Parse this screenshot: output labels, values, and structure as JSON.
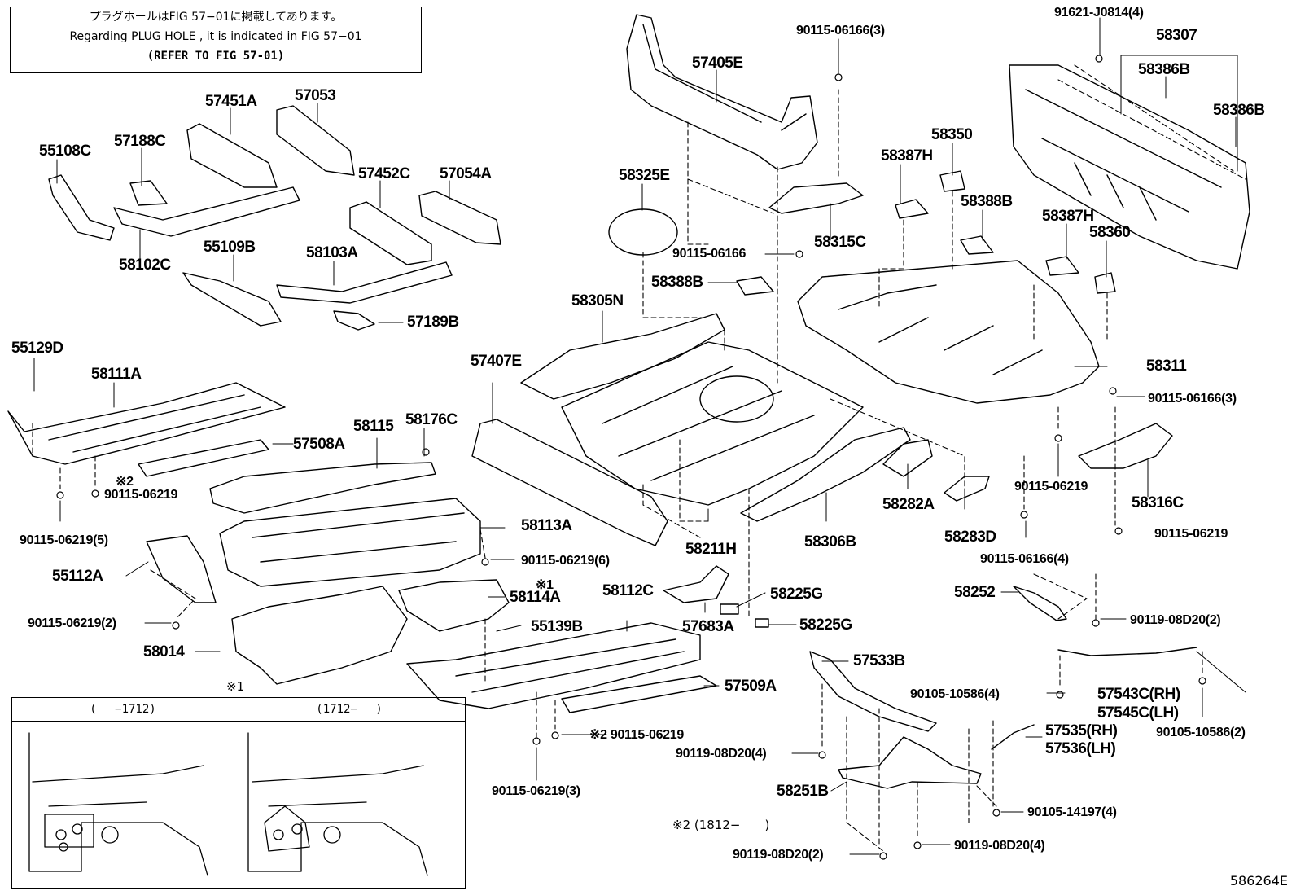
{
  "note": {
    "line1": "プラグホールはFIG 57−01に掲載してあります。",
    "line2": "Regarding PLUG HOLE , it is indicated in FIG 57−01",
    "line3": "(REFER TO FIG 57-01)"
  },
  "inset": {
    "marker": "※1",
    "left_header": "(　 −1712)",
    "right_header": "(1712−　 )"
  },
  "footnote": "※2 (1812−　　)",
  "figure_code": "586264E",
  "parts": [
    {
      "id": "p1",
      "text": "57405E"
    },
    {
      "id": "p2",
      "text": "90115-06166(3)"
    },
    {
      "id": "p3",
      "text": "91621-J0814(4)"
    },
    {
      "id": "p4",
      "text": "58307"
    },
    {
      "id": "p5",
      "text": "58386B"
    },
    {
      "id": "p6",
      "text": "58386B"
    },
    {
      "id": "p7",
      "text": "57451A"
    },
    {
      "id": "p8",
      "text": "57053"
    },
    {
      "id": "p9",
      "text": "55108C"
    },
    {
      "id": "p10",
      "text": "57188C"
    },
    {
      "id": "p11",
      "text": "58350"
    },
    {
      "id": "p12",
      "text": "58387H"
    },
    {
      "id": "p13",
      "text": "58325E"
    },
    {
      "id": "p14",
      "text": "57452C"
    },
    {
      "id": "p15",
      "text": "57054A"
    },
    {
      "id": "p16",
      "text": "58388B"
    },
    {
      "id": "p17",
      "text": "58387H"
    },
    {
      "id": "p18",
      "text": "58360"
    },
    {
      "id": "p19",
      "text": "58315C"
    },
    {
      "id": "p20",
      "text": "90115-06166"
    },
    {
      "id": "p21",
      "text": "58102C"
    },
    {
      "id": "p22",
      "text": "55109B"
    },
    {
      "id": "p23",
      "text": "58103A"
    },
    {
      "id": "p24",
      "text": "58388B"
    },
    {
      "id": "p25",
      "text": "58305N"
    },
    {
      "id": "p26",
      "text": "57189B"
    },
    {
      "id": "p27",
      "text": "55129D"
    },
    {
      "id": "p28",
      "text": "57407E"
    },
    {
      "id": "p29",
      "text": "58311"
    },
    {
      "id": "p30",
      "text": "58111A"
    },
    {
      "id": "p31",
      "text": "90115-06166(3)"
    },
    {
      "id": "p32",
      "text": "58176C"
    },
    {
      "id": "p33",
      "text": "58115"
    },
    {
      "id": "p34",
      "text": "57508A"
    },
    {
      "id": "p35",
      "text": "※2"
    },
    {
      "id": "p36",
      "text": "90115-06219"
    },
    {
      "id": "p37",
      "text": "58282A"
    },
    {
      "id": "p38",
      "text": "90115-06219"
    },
    {
      "id": "p39",
      "text": "58316C"
    },
    {
      "id": "p40",
      "text": "58306B"
    },
    {
      "id": "p41",
      "text": "58283D"
    },
    {
      "id": "p42",
      "text": "90115-06219(5)"
    },
    {
      "id": "p43",
      "text": "58113A"
    },
    {
      "id": "p44",
      "text": "90115-06219"
    },
    {
      "id": "p45",
      "text": "55112A"
    },
    {
      "id": "p46",
      "text": "58211H"
    },
    {
      "id": "p47",
      "text": "90115-06166(4)"
    },
    {
      "id": "p48",
      "text": "90115-06219(6)"
    },
    {
      "id": "p49",
      "text": "※1"
    },
    {
      "id": "p50",
      "text": "58112C"
    },
    {
      "id": "p51",
      "text": "58114A"
    },
    {
      "id": "p52",
      "text": "58225G"
    },
    {
      "id": "p53",
      "text": "58252"
    },
    {
      "id": "p54",
      "text": "90115-06219(2)"
    },
    {
      "id": "p55",
      "text": "55139B"
    },
    {
      "id": "p56",
      "text": "57683A"
    },
    {
      "id": "p57",
      "text": "58225G"
    },
    {
      "id": "p58",
      "text": "90119-08D20(2)"
    },
    {
      "id": "p59",
      "text": "58014"
    },
    {
      "id": "p60",
      "text": "57533B"
    },
    {
      "id": "p61",
      "text": "57509A"
    },
    {
      "id": "p62",
      "text": "90105-10586(4)"
    },
    {
      "id": "p63",
      "text": "57543C(RH)"
    },
    {
      "id": "p64",
      "text": "57545C(LH)"
    },
    {
      "id": "p65",
      "text": "※2 90115-06219"
    },
    {
      "id": "p66",
      "text": "57535(RH)"
    },
    {
      "id": "p67",
      "text": "57536(LH)"
    },
    {
      "id": "p68",
      "text": "90105-10586(2)"
    },
    {
      "id": "p69",
      "text": "90119-08D20(4)"
    },
    {
      "id": "p70",
      "text": "90115-06219(3)"
    },
    {
      "id": "p71",
      "text": "58251B"
    },
    {
      "id": "p72",
      "text": "90105-14197(4)"
    },
    {
      "id": "p73",
      "text": "90119-08D20(4)"
    },
    {
      "id": "p74",
      "text": "90119-08D20(2)"
    }
  ]
}
